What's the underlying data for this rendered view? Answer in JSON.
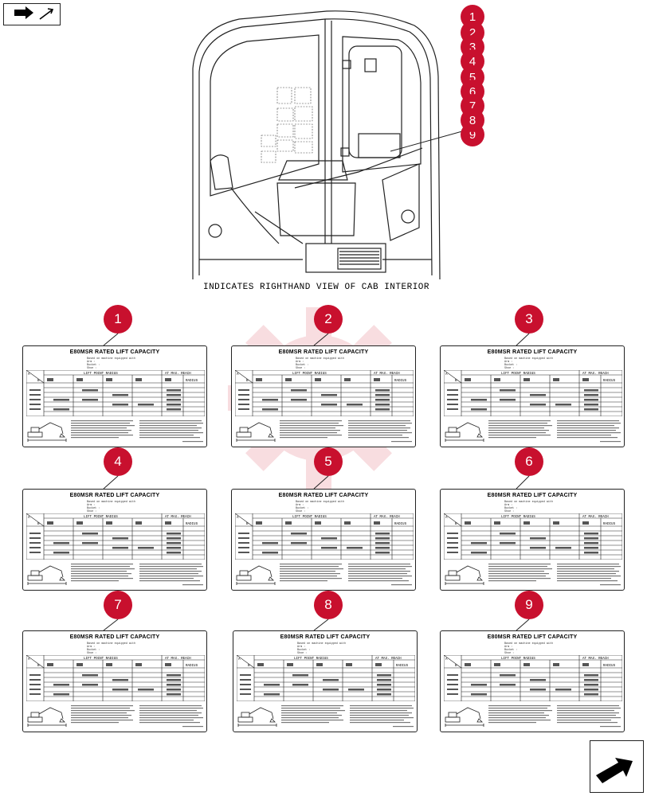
{
  "navigation": {
    "prev_icon": "arrow-left-icon",
    "next_icon": "arrow-right-icon"
  },
  "diagram": {
    "caption": "INDICATES RIGHTHAND VIEW OF CAB INTERIOR",
    "cab_callouts": [
      "1",
      "2",
      "3",
      "4",
      "5",
      "6",
      "7",
      "8",
      "9"
    ]
  },
  "decal_labels": [
    {
      "number": "1"
    },
    {
      "number": "2"
    },
    {
      "number": "3"
    },
    {
      "number": "4"
    },
    {
      "number": "5"
    },
    {
      "number": "6"
    },
    {
      "number": "7"
    },
    {
      "number": "8"
    },
    {
      "number": "9"
    }
  ],
  "decal": {
    "title": "E80MSR RATED LIFT CAPACITY",
    "spec_lines": [
      "Based on machine equipped with",
      "Arm :",
      "Bucket :",
      "Shoe :"
    ],
    "header_lift_point_radius": "LIFT POINT RADIUS",
    "header_at_max_reach": "AT MAX. REACH",
    "header_radius": "RADIUS",
    "header_a": "A",
    "header_b": "B"
  },
  "colors": {
    "callout": "#c8102e",
    "watermark": "#d0021b",
    "line": "#222222"
  }
}
